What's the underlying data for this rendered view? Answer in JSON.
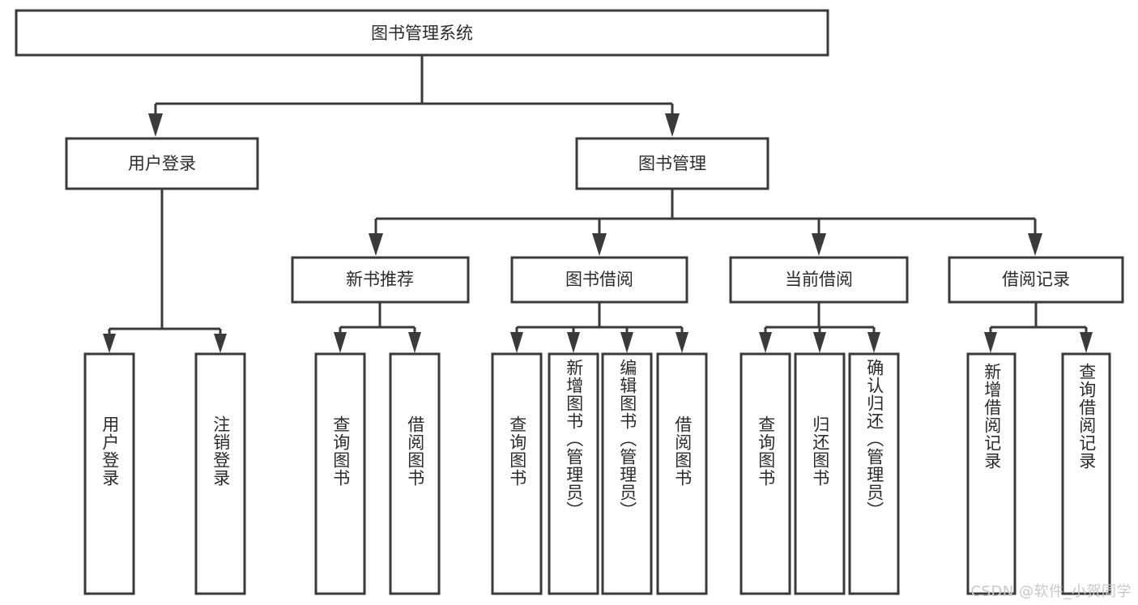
{
  "diagram": {
    "type": "tree",
    "title_node": {
      "id": "root",
      "label": "图书管理系统"
    },
    "level1": [
      {
        "id": "user-login",
        "label": "用户登录"
      },
      {
        "id": "book-manage",
        "label": "图书管理"
      }
    ],
    "level2": [
      {
        "id": "new-book-recommend",
        "label": "新书推荐",
        "parent": "book-manage"
      },
      {
        "id": "book-borrow",
        "label": "图书借阅",
        "parent": "book-manage"
      },
      {
        "id": "current-borrow",
        "label": "当前借阅",
        "parent": "book-manage"
      },
      {
        "id": "borrow-record",
        "label": "借阅记录",
        "parent": "book-manage"
      }
    ],
    "leaves": {
      "user_login": [
        {
          "id": "leaf-user-login",
          "label": "用户登录"
        },
        {
          "id": "leaf-logout-login",
          "label": "注销登录"
        }
      ],
      "new_book_recommend": [
        {
          "id": "leaf-query-book-1",
          "label": "查询图书"
        },
        {
          "id": "leaf-borrow-book-1",
          "label": "借阅图书"
        }
      ],
      "book_borrow": [
        {
          "id": "leaf-query-book-2",
          "label": "查询图书"
        },
        {
          "id": "leaf-add-book",
          "label": "新增图书（管理员）"
        },
        {
          "id": "leaf-edit-book",
          "label": "编辑图书（管理员）"
        },
        {
          "id": "leaf-borrow-book-2",
          "label": "借阅图书"
        }
      ],
      "current_borrow": [
        {
          "id": "leaf-query-book-3",
          "label": "查询图书"
        },
        {
          "id": "leaf-return-book",
          "label": "归还图书"
        },
        {
          "id": "leaf-confirm-return",
          "label": "确认归还（管理员）"
        }
      ],
      "borrow_record": [
        {
          "id": "leaf-add-record",
          "label": "新增借阅记录"
        },
        {
          "id": "leaf-query-record",
          "label": "查询借阅记录"
        }
      ]
    }
  },
  "watermark": {
    "text": "CSDN @软件_小贺同学"
  },
  "colors": {
    "box_stroke": "#3a3a3a",
    "box_fill": "#ffffff",
    "text": "#2b2b2b",
    "background": "#ffffff",
    "watermark": "#c9c9c9"
  }
}
